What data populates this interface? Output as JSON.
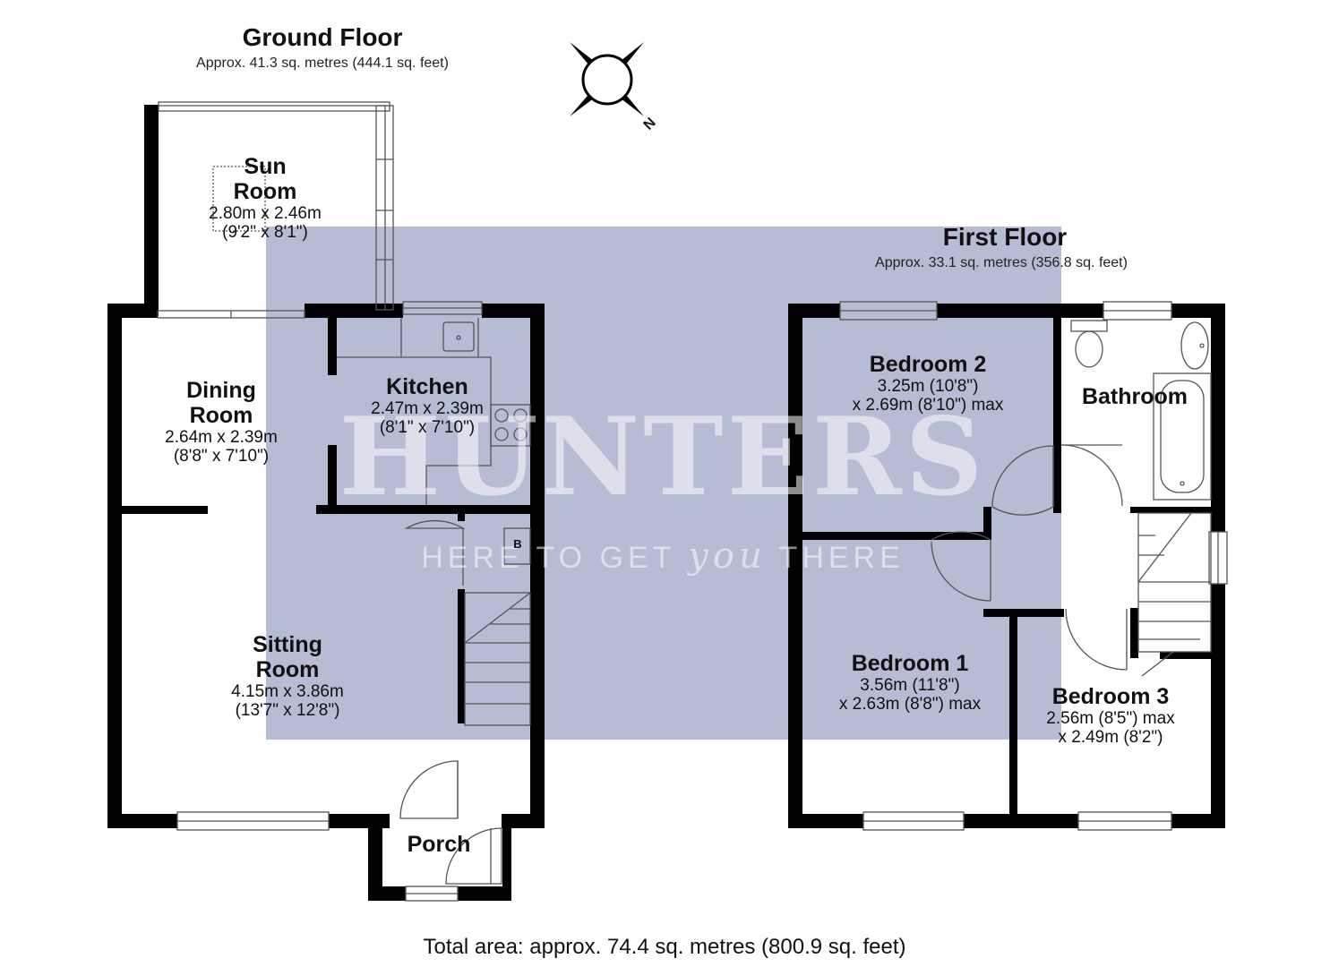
{
  "ground_floor": {
    "title": "Ground Floor",
    "area": "Approx. 41.3 sq. metres (444.1 sq. feet)",
    "rooms": [
      {
        "name": "Sun",
        "name2": "Room",
        "dim1": "2.80m x 2.46m",
        "dim2": "(9'2\" x 8'1\")"
      },
      {
        "name": "Dining",
        "name2": "Room",
        "dim1": "2.64m x 2.39m",
        "dim2": "(8'8\" x 7'10\")"
      },
      {
        "name": "Kitchen",
        "dim1": "2.47m x 2.39m",
        "dim2": "(8'1\" x 7'10\")"
      },
      {
        "name": "Sitting",
        "name2": "Room",
        "dim1": "4.15m x 3.86m",
        "dim2": "(13'7\" x 12'8\")"
      },
      {
        "name": "Porch"
      }
    ],
    "boiler_label": "B"
  },
  "first_floor": {
    "title": "First Floor",
    "area": "Approx. 33.1 sq. metres (356.8 sq. feet)",
    "rooms": [
      {
        "name": "Bedroom 2",
        "dim1": "3.25m (10'8\")",
        "dim2": "x 2.69m (8'10\") max"
      },
      {
        "name": "Bathroom"
      },
      {
        "name": "Bedroom 1",
        "dim1": "3.56m (11'8\")",
        "dim2": "x 2.63m (8'8\") max"
      },
      {
        "name": "Bedroom 3",
        "dim1": "2.56m (8'5\") max",
        "dim2": "x 2.49m (8'2\")"
      }
    ]
  },
  "compass": {
    "label": "N"
  },
  "watermark": {
    "brand": "HUNTERS",
    "tagline_a": "HERE TO GET ",
    "tagline_b": "you",
    "tagline_c": " THERE",
    "color": "#3c4f8f"
  },
  "total_area": "Total area: approx. 74.4 sq. metres (800.9 sq. feet)",
  "colors": {
    "wall": "#000000",
    "watermark_panel": "#3c4f8f"
  }
}
